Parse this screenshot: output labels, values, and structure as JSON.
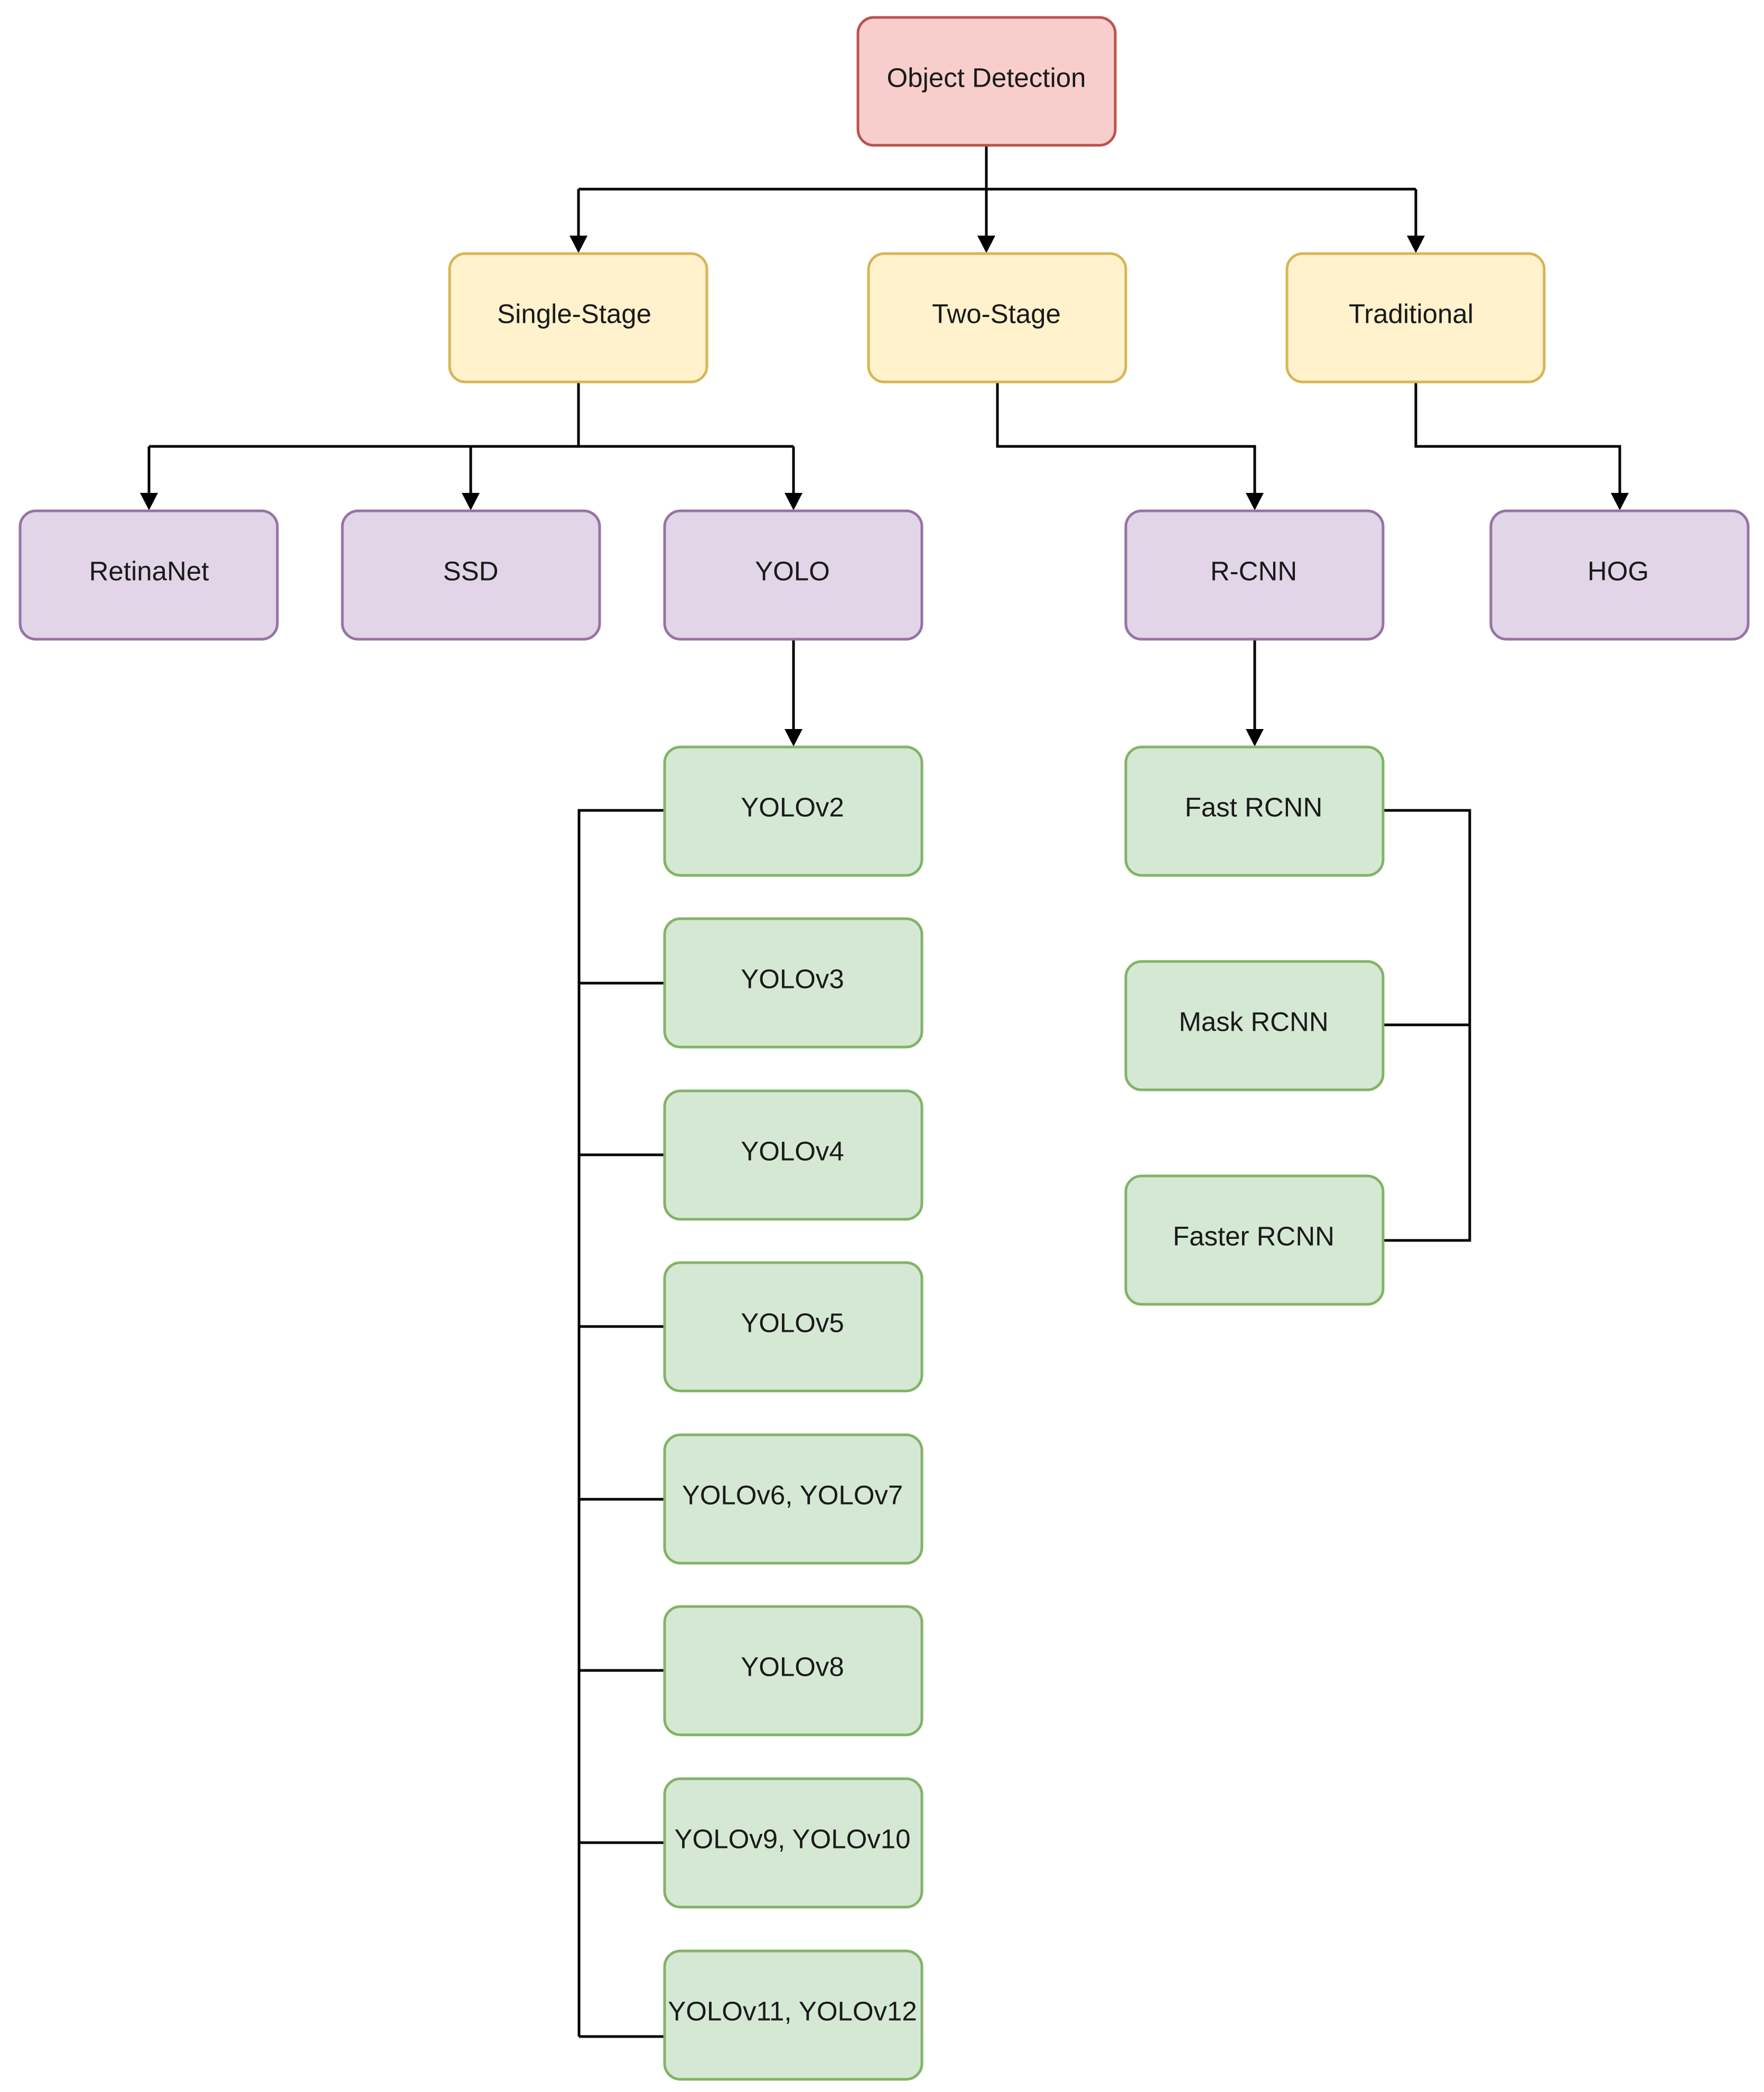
{
  "diagram": {
    "nodes": [
      {
        "id": "object-detection",
        "label": "Object Detection",
        "tier": "root"
      },
      {
        "id": "single-stage",
        "label": "Single-Stage",
        "tier": "category"
      },
      {
        "id": "two-stage",
        "label": "Two-Stage",
        "tier": "category"
      },
      {
        "id": "traditional",
        "label": "Traditional",
        "tier": "category"
      },
      {
        "id": "retinanet",
        "label": "RetinaNet",
        "tier": "family"
      },
      {
        "id": "ssd",
        "label": "SSD",
        "tier": "family"
      },
      {
        "id": "yolo",
        "label": "YOLO",
        "tier": "family"
      },
      {
        "id": "r-cnn",
        "label": "R-CNN",
        "tier": "family"
      },
      {
        "id": "hog",
        "label": "HOG",
        "tier": "family"
      },
      {
        "id": "yolov2",
        "label": "YOLOv2",
        "tier": "version"
      },
      {
        "id": "yolov3",
        "label": "YOLOv3",
        "tier": "version"
      },
      {
        "id": "yolov4",
        "label": "YOLOv4",
        "tier": "version"
      },
      {
        "id": "yolov5",
        "label": "YOLOv5",
        "tier": "version"
      },
      {
        "id": "yolov6-7",
        "label": "YOLOv6, YOLOv7",
        "tier": "version"
      },
      {
        "id": "yolov8",
        "label": "YOLOv8",
        "tier": "version"
      },
      {
        "id": "yolov9-10",
        "label": "YOLOv9, YOLOv10",
        "tier": "version"
      },
      {
        "id": "yolov11-12",
        "label": "YOLOv11, YOLOv12",
        "tier": "version"
      },
      {
        "id": "fast-rcnn",
        "label": "Fast RCNN",
        "tier": "version"
      },
      {
        "id": "mask-rcnn",
        "label": "Mask RCNN",
        "tier": "version"
      },
      {
        "id": "faster-rcnn",
        "label": "Faster RCNN",
        "tier": "version"
      }
    ],
    "edges": [
      {
        "from": "object-detection",
        "to": "single-stage",
        "arrow": true
      },
      {
        "from": "object-detection",
        "to": "two-stage",
        "arrow": true
      },
      {
        "from": "object-detection",
        "to": "traditional",
        "arrow": true
      },
      {
        "from": "single-stage",
        "to": "retinanet",
        "arrow": true
      },
      {
        "from": "single-stage",
        "to": "ssd",
        "arrow": true
      },
      {
        "from": "single-stage",
        "to": "yolo",
        "arrow": true
      },
      {
        "from": "two-stage",
        "to": "r-cnn",
        "arrow": true
      },
      {
        "from": "traditional",
        "to": "hog",
        "arrow": true
      },
      {
        "from": "yolo",
        "to": "yolov2",
        "arrow": true
      },
      {
        "from": "r-cnn",
        "to": "fast-rcnn",
        "arrow": true
      },
      {
        "from": "yolov2",
        "to": "yolov3",
        "arrow": false
      },
      {
        "from": "yolov2",
        "to": "yolov4",
        "arrow": false
      },
      {
        "from": "yolov2",
        "to": "yolov5",
        "arrow": false
      },
      {
        "from": "yolov2",
        "to": "yolov6-7",
        "arrow": false
      },
      {
        "from": "yolov2",
        "to": "yolov8",
        "arrow": false
      },
      {
        "from": "yolov2",
        "to": "yolov9-10",
        "arrow": false
      },
      {
        "from": "yolov2",
        "to": "yolov11-12",
        "arrow": false
      },
      {
        "from": "fast-rcnn",
        "to": "mask-rcnn",
        "arrow": false
      },
      {
        "from": "fast-rcnn",
        "to": "faster-rcnn",
        "arrow": false
      }
    ]
  },
  "colors": {
    "root": {
      "fill": "#f8cecc",
      "stroke": "#b85450"
    },
    "category": {
      "fill": "#fff2cc",
      "stroke": "#d6b656"
    },
    "family": {
      "fill": "#e1d5e7",
      "stroke": "#9673a6"
    },
    "version": {
      "fill": "#d5e8d4",
      "stroke": "#82b366"
    },
    "edge": "#000000"
  }
}
